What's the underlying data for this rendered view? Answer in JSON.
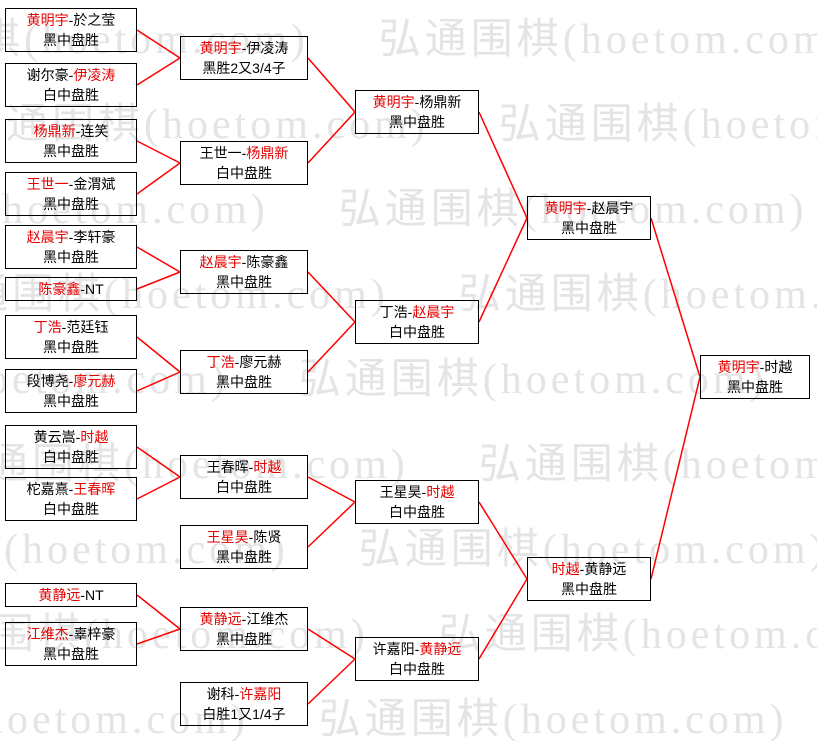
{
  "watermark": {
    "text": "弘通围棋(hoetom.com)",
    "color": "#e4e4e4"
  },
  "separator": "-",
  "colors": {
    "winner_name": "#e60000",
    "connector_line": "#ff0000",
    "box_border": "#000000",
    "background": "#ffffff"
  },
  "rounds": {
    "r1": [
      {
        "p1": "黄明宇",
        "p2": "於之莹",
        "result": "黑中盘胜",
        "winner": 1
      },
      {
        "p1": "谢尔豪",
        "p2": "伊凌涛",
        "result": "白中盘胜",
        "winner": 2
      },
      {
        "p1": "杨鼎新",
        "p2": "连笑",
        "result": "黑中盘胜",
        "winner": 1
      },
      {
        "p1": "王世一",
        "p2": "金渭斌",
        "result": "黑中盘胜",
        "winner": 1
      },
      {
        "p1": "赵晨宇",
        "p2": "李轩豪",
        "result": "黑中盘胜",
        "winner": 1
      },
      {
        "p1": "陈豪鑫",
        "p2": "NT",
        "result": "",
        "winner": 1
      },
      {
        "p1": "丁浩",
        "p2": "范廷钰",
        "result": "黑中盘胜",
        "winner": 1
      },
      {
        "p1": "段博尧",
        "p2": "廖元赫",
        "result": "黑中盘胜",
        "winner": 2
      },
      {
        "p1": "黄云嵩",
        "p2": "时越",
        "result": "白中盘胜",
        "winner": 2
      },
      {
        "p1": "柁嘉熹",
        "p2": "王春晖",
        "result": "白中盘胜",
        "winner": 2
      },
      {
        "p1": "黄静远",
        "p2": "NT",
        "result": "",
        "winner": 1
      },
      {
        "p1": "江维杰",
        "p2": "辜梓豪",
        "result": "黑中盘胜",
        "winner": 1
      }
    ],
    "r2": [
      {
        "p1": "黄明宇",
        "p2": "伊凌涛",
        "result": "黑胜2又3/4子",
        "winner": 1
      },
      {
        "p1": "王世一",
        "p2": "杨鼎新",
        "result": "白中盘胜",
        "winner": 2
      },
      {
        "p1": "赵晨宇",
        "p2": "陈豪鑫",
        "result": "黑中盘胜",
        "winner": 1
      },
      {
        "p1": "丁浩",
        "p2": "廖元赫",
        "result": "黑中盘胜",
        "winner": 1
      },
      {
        "p1": "王春晖",
        "p2": "时越",
        "result": "白中盘胜",
        "winner": 2
      },
      {
        "p1": "王星昊",
        "p2": "陈贤",
        "result": "黑中盘胜",
        "winner": 1
      },
      {
        "p1": "黄静远",
        "p2": "江维杰",
        "result": "黑中盘胜",
        "winner": 1
      },
      {
        "p1": "谢科",
        "p2": "许嘉阳",
        "result": "白胜1又1/4子",
        "winner": 2
      }
    ],
    "r3": [
      {
        "p1": "黄明宇",
        "p2": "杨鼎新",
        "result": "黑中盘胜",
        "winner": 1
      },
      {
        "p1": "丁浩",
        "p2": "赵晨宇",
        "result": "白中盘胜",
        "winner": 2
      },
      {
        "p1": "王星昊",
        "p2": "时越",
        "result": "白中盘胜",
        "winner": 2
      },
      {
        "p1": "许嘉阳",
        "p2": "黄静远",
        "result": "白中盘胜",
        "winner": 2
      }
    ],
    "r4": [
      {
        "p1": "黄明宇",
        "p2": "赵晨宇",
        "result": "黑中盘胜",
        "winner": 1
      },
      {
        "p1": "时越",
        "p2": "黄静远",
        "result": "黑中盘胜",
        "winner": 1
      }
    ],
    "final": [
      {
        "p1": "黄明宇",
        "p2": "时越",
        "result": "黑中盘胜",
        "winner": 1
      }
    ]
  },
  "connections": [
    [
      "r1-0",
      "r2-0"
    ],
    [
      "r1-1",
      "r2-0"
    ],
    [
      "r1-2",
      "r2-1"
    ],
    [
      "r1-3",
      "r2-1"
    ],
    [
      "r1-4",
      "r2-2"
    ],
    [
      "r1-5",
      "r2-2"
    ],
    [
      "r1-6",
      "r2-3"
    ],
    [
      "r1-7",
      "r2-3"
    ],
    [
      "r1-8",
      "r2-4"
    ],
    [
      "r1-9",
      "r2-4"
    ],
    [
      "r1-10",
      "r2-6"
    ],
    [
      "r1-11",
      "r2-6"
    ],
    [
      "r2-0",
      "r3-0"
    ],
    [
      "r2-1",
      "r3-0"
    ],
    [
      "r2-2",
      "r3-1"
    ],
    [
      "r2-3",
      "r3-1"
    ],
    [
      "r2-4",
      "r3-2"
    ],
    [
      "r2-5",
      "r3-2"
    ],
    [
      "r2-6",
      "r3-3"
    ],
    [
      "r2-7",
      "r3-3"
    ],
    [
      "r3-0",
      "r4-0"
    ],
    [
      "r3-1",
      "r4-0"
    ],
    [
      "r3-2",
      "r4-1"
    ],
    [
      "r3-3",
      "r4-1"
    ],
    [
      "r4-0",
      "f-0"
    ],
    [
      "r4-1",
      "f-0"
    ]
  ]
}
